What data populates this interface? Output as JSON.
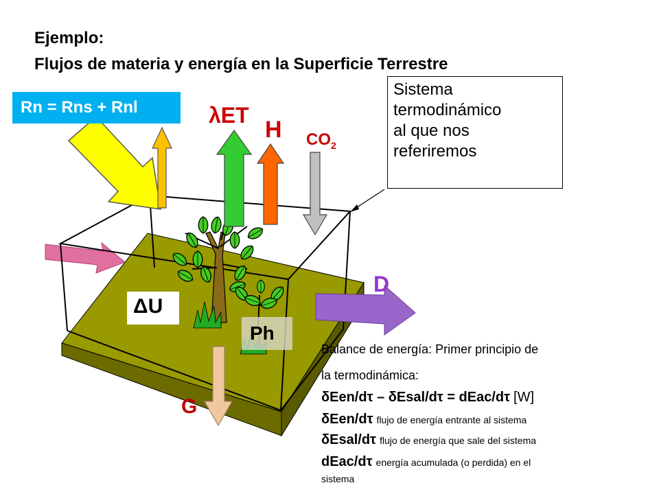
{
  "header": {
    "line1": "Ejemplo:",
    "line2": "Flujos de materia y energía en la Superficie Terrestre"
  },
  "radiation_label": "Rn = Rns + Rnl",
  "callout": {
    "line1": "Sistema",
    "line2": "termodinámico",
    "line3": "al que nos",
    "line4": "referiremos"
  },
  "fluxes": {
    "latent": "λET",
    "sensible": "H",
    "co2_base": "CO",
    "co2_sub": "2",
    "drainage": "D",
    "storage": "ΔU",
    "photosynthesis": "Ph",
    "ground": "G"
  },
  "balance": {
    "heading1": "Balance de energía: Primer principio de",
    "heading2": "la termodinámica:",
    "equation": "δEen/dτ – δEsal/dτ = dEac/dτ",
    "unit": "[W]",
    "def1_term": "δEen/dτ",
    "def1_text": "flujo de energía entrante al sistema",
    "def2_term": "δEsal/dτ",
    "def2_text": "flujo de energía que sale del sistema",
    "def3_term": "dEac/dτ",
    "def3_text": "energía acumulada (o perdida) en el",
    "def3_cont": "sistema"
  },
  "colors": {
    "ground": "#999900",
    "ground_dark": "#6b6b00",
    "radiation_in": "#ffff00",
    "radiation_out": "#ffc000",
    "latent": "#33cc33",
    "sensible": "#ff6600",
    "co2": "#c0c0c0",
    "lateral_in": "#e070a0",
    "drainage": "#9966cc",
    "ground_flux": "#f0c8a0",
    "callout_box": "#00b0f0",
    "D_text": "#9933cc",
    "G_text": "#c00000"
  }
}
